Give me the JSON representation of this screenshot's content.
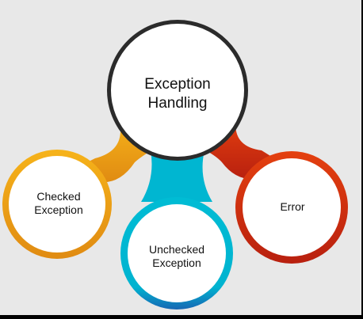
{
  "diagram": {
    "root": {
      "label": "Exception\nHandling",
      "ring_color": "#2b2b2b"
    },
    "nodes": [
      {
        "id": "checked",
        "label": "Checked\nException",
        "color": "#f3a712",
        "shade": "#d98a10"
      },
      {
        "id": "unchecked",
        "label": "Unchecked\nException",
        "color": "#00b6d1",
        "shade": "#1a6fb5"
      },
      {
        "id": "error",
        "label": "Error",
        "color": "#e03a12",
        "shade": "#b0200d"
      }
    ]
  }
}
